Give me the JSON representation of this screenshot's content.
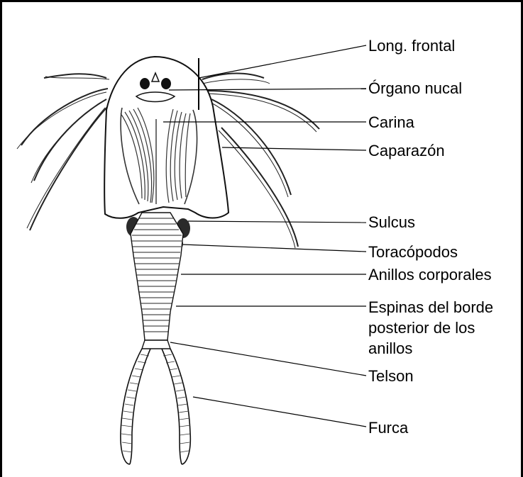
{
  "diagram": {
    "labels": [
      "Long. frontal",
      "Órgano nucal",
      "Carina",
      "Caparazón",
      "Sulcus",
      "Toracópodos",
      "Anillos corporales",
      "Espinas del borde",
      "posterior de  los",
      "anillos",
      "Telson",
      "Furca"
    ]
  }
}
